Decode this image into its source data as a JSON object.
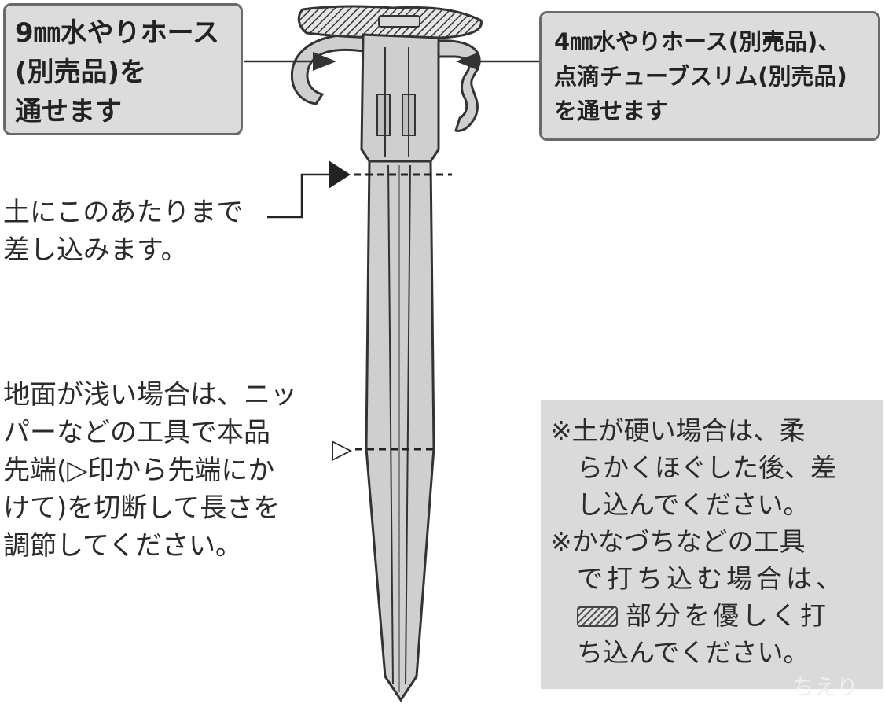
{
  "callouts": {
    "left": {
      "lines": [
        "9㎜水やりホース",
        "(別売品)を",
        "通せます"
      ]
    },
    "right": {
      "lines": [
        "4㎜水やりホース(別売品)、",
        "点滴チューブスリム(別売品)",
        "を通せます"
      ]
    }
  },
  "insert_note": {
    "lines": [
      "土にこのあたりまで",
      "差し込みます。"
    ]
  },
  "trim_note": {
    "lines": [
      "地面が浅い場合は、ニッ",
      "パーなどの工具で本品",
      "先端(▷印から先端にか",
      "けて)を切断して長さを",
      "調節してください。"
    ]
  },
  "trim_marker": "▷",
  "notes_box": {
    "lines": [
      "※土が硬い場合は、柔",
      "らかくほぐした後、差",
      "し込んでください。",
      "※かなづちなどの工具",
      "で打ち込む場合は、",
      "部分を優しく打",
      "ち込んでください。"
    ]
  },
  "watermark": "ちえり",
  "colors": {
    "box_fill": "#dcdcdc",
    "box_border": "#6a6a6a",
    "stake_fill": "#cfcfcf",
    "stake_stroke": "#333333",
    "note_fill": "#dadada"
  }
}
